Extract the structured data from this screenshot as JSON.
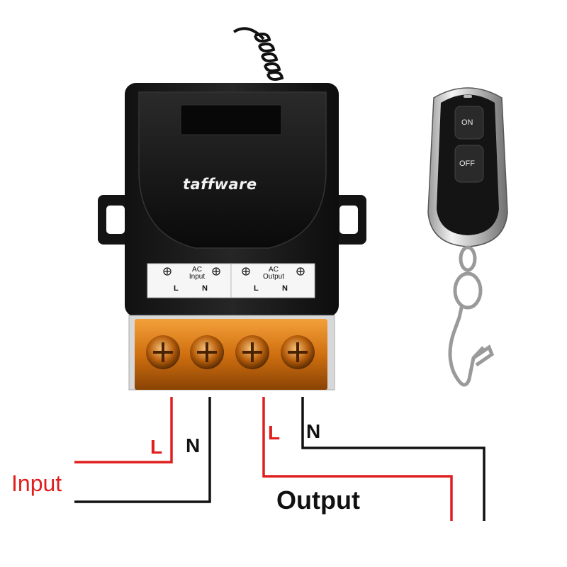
{
  "device": {
    "brand": "taffware",
    "panel": {
      "input_group": {
        "line1": "AC",
        "line2": "Input",
        "l": "L",
        "n": "N"
      },
      "output_group": {
        "line1": "AC",
        "line2": "Output",
        "l": "L",
        "n": "N"
      }
    }
  },
  "remote": {
    "on_label": "ON",
    "off_label": "OFF"
  },
  "wiring": {
    "input_label": "Input",
    "output_label": "Output",
    "input_l": "L",
    "input_n": "N",
    "output_l": "L",
    "output_n": "N"
  },
  "colors": {
    "live_wire": "#e01e1e",
    "neutral_wire": "#111111",
    "terminal_cover": "#c8680a",
    "housing": "#1c1c1c"
  }
}
